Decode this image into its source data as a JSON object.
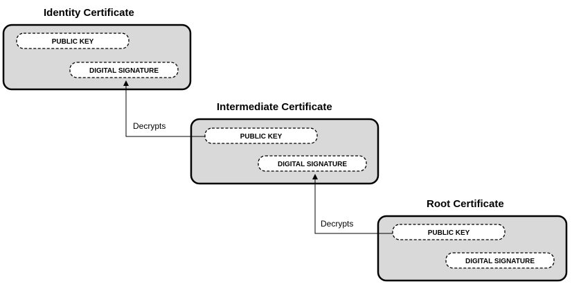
{
  "certificates": [
    {
      "title": "Identity Certificate",
      "public_key": "PUBLIC KEY",
      "digital_signature": "DIGITAL SIGNATURE"
    },
    {
      "title": "Intermediate Certificate",
      "public_key": "PUBLIC KEY",
      "digital_signature": "DIGITAL SIGNATURE"
    },
    {
      "title": "Root Certificate",
      "public_key": "PUBLIC KEY",
      "digital_signature": "DIGITAL SIGNATURE"
    }
  ],
  "edges": [
    {
      "label": "Decrypts",
      "from": "Intermediate Certificate PUBLIC KEY",
      "to": "Identity Certificate DIGITAL SIGNATURE"
    },
    {
      "label": "Decrypts",
      "from": "Root Certificate PUBLIC KEY",
      "to": "Intermediate Certificate DIGITAL SIGNATURE"
    }
  ],
  "colors": {
    "box_fill": "#d9d9d9",
    "stroke": "#000000",
    "field_fill": "#ffffff"
  }
}
